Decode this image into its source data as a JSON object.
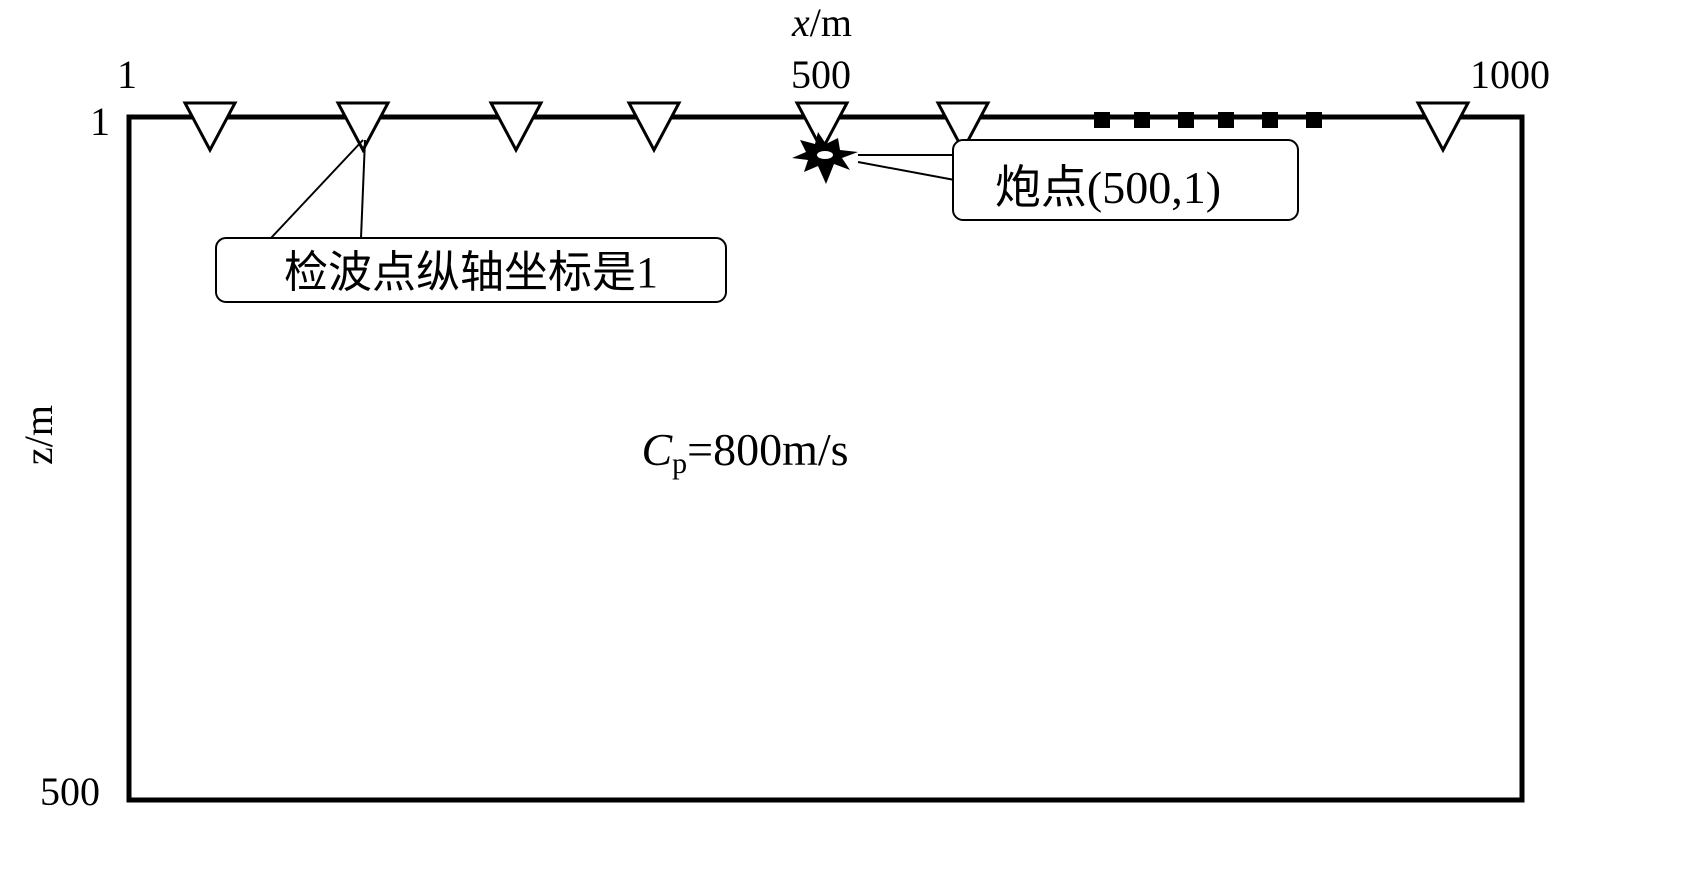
{
  "axes": {
    "x_label_var": "x",
    "x_label_unit": "/m",
    "z_label": "z/m",
    "x_ticks": [
      "1",
      "500",
      "1000"
    ],
    "z_ticks": [
      "1",
      "500"
    ]
  },
  "medium": {
    "velocity_symbol": "C",
    "velocity_subscript": "p",
    "velocity_value": "=800m/s"
  },
  "annotations": {
    "receiver_label": "检波点纵轴坐标是1",
    "shot_label": "炮点(500,1)"
  },
  "receivers_count": 7,
  "dense_receivers_count": 6
}
